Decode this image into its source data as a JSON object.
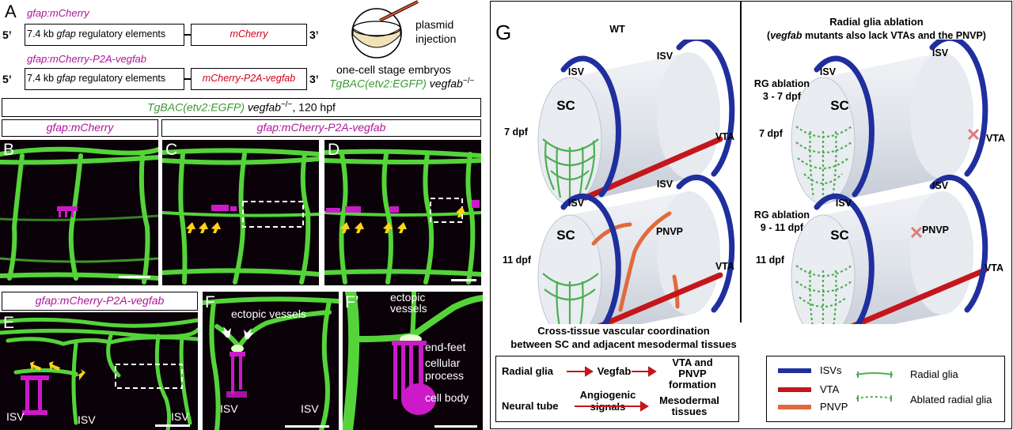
{
  "panels": {
    "a": {
      "letter": "A",
      "construct1": {
        "name": "gfap:mCherry",
        "five": "5’",
        "three": "3’",
        "reg_prefix": "7.4 kb ",
        "reg_gene": "gfap",
        "reg_suffix": " regulatory elements",
        "cds": "mCherry"
      },
      "construct2": {
        "name": "gfap:mCherry-P2A-vegfab",
        "five": "5’",
        "three": "3’",
        "reg_prefix": "7.4 kb ",
        "reg_gene": "gfap",
        "reg_suffix": " regulatory elements",
        "cds": "mCherry-P2A-vegfab"
      },
      "injection": "plasmid\ninjection",
      "embryo_stage": "one-cell stage embryos",
      "embryo_line": "TgBAC(etv2:EGFP)",
      "embryo_mut": " vegfab",
      "embryo_geno": "−/−"
    },
    "header_line": "TgBAC(etv2:EGFP)",
    "header_mut": " vegfab",
    "header_geno": "−/−",
    "header_time": ", 120 hpf",
    "b": {
      "letter": "B",
      "title": "gfap:mCherry"
    },
    "cd_title": "gfap:mCherry-P2A-vegfab",
    "c": {
      "letter": "C"
    },
    "d": {
      "letter": "D"
    },
    "e": {
      "letter": "E",
      "title": "gfap:mCherry-P2A-vegfab",
      "isv1": "ISV",
      "isv2": "ISV",
      "isv3": "ISV"
    },
    "f": {
      "letter": "F",
      "ectopic": "ectopic vessels",
      "isv1": "ISV",
      "isv2": "ISV"
    },
    "f2": {
      "letter": "F’",
      "ectopic": "ectopic\nvessels",
      "endfeet": "end-feet",
      "process": "cellular\nprocess",
      "body": "cell body"
    }
  },
  "g": {
    "letter": "G",
    "wt": "WT",
    "abl_title": "Radial glia ablation",
    "abl_sub_open": "(",
    "abl_sub_gene": "vegfab",
    "abl_sub_rest": " mutants also lack VTAs and the PNVP)",
    "isv": "ISV",
    "sc": "SC",
    "vta": "VTA",
    "pnvp": "PNVP",
    "dpf7": "7 dpf",
    "dpf11": "11 dpf",
    "rg1": "RG ablation\n3 - 7 dpf",
    "rg2": "RG ablation\n9 - 11 dpf",
    "cross": "Cross-tissue vascular coordination\nbetween SC and adjacent mesodermal tissues",
    "flow": {
      "rg": "Radial glia",
      "vegf": "Vegfab",
      "out1": "VTA and\nPNVP\nformation",
      "nt": "Neural tube",
      "sig": "Angiogenic\nsignals",
      "out2": "Mesodermal\ntissues"
    },
    "legend": {
      "isvs": "ISVs",
      "vta": "VTA",
      "pnvp": "PNVP",
      "rg": "Radial glia",
      "arg": "Ablated radial glia"
    },
    "colors": {
      "isv": "#1f2f9e",
      "vta": "#c4161c",
      "pnvp": "#e06a3c",
      "glia": "#4caf50"
    }
  }
}
